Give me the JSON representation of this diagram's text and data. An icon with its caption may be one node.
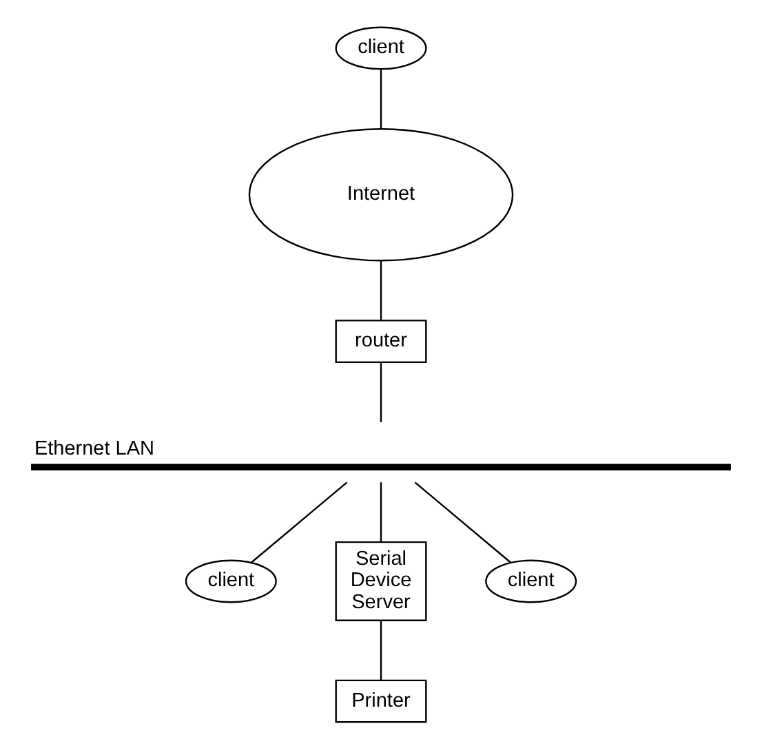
{
  "diagram": {
    "nodes": [
      {
        "text": [
          "client"
        ]
      },
      {
        "text": [
          "Internet"
        ]
      },
      {
        "text": [
          "router"
        ]
      },
      {
        "text": [
          "Ethernet LAN"
        ]
      },
      {
        "text": [
          "client"
        ]
      },
      {
        "text": [
          "Serial Device Server"
        ]
      },
      {
        "text": [
          "client"
        ]
      },
      {
        "text": [
          "Printer"
        ]
      }
    ],
    "edges": [
      {
        "from": 0,
        "to": 1,
        "arrow": "none"
      },
      {
        "from": 1,
        "to": 2,
        "arrow": "none"
      },
      {
        "from": 2,
        "to": 3,
        "arrow": "none"
      },
      {
        "from": 3,
        "to": 4,
        "arrow": "none"
      },
      {
        "from": 3,
        "to": 5,
        "arrow": "none"
      },
      {
        "from": 3,
        "to": 6,
        "arrow": "none"
      },
      {
        "from": 5,
        "to": 7,
        "arrow": "none"
      }
    ]
  }
}
